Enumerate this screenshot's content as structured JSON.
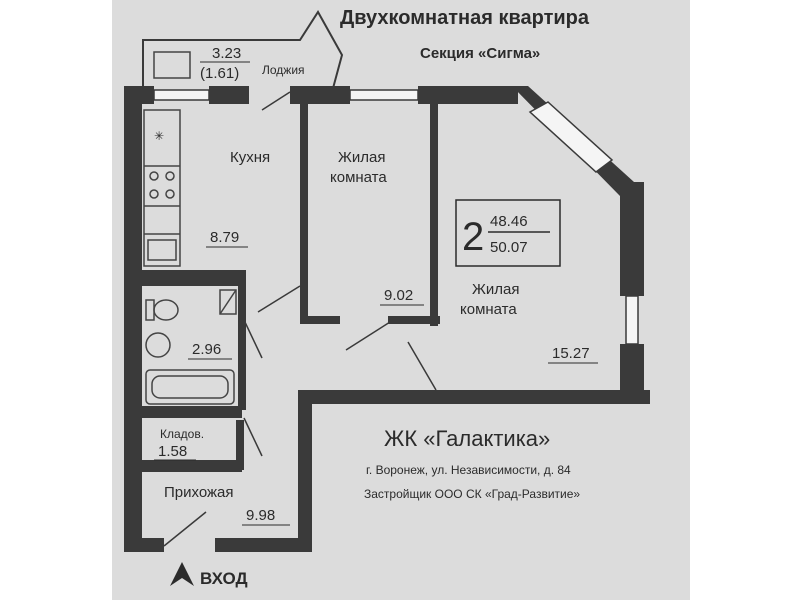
{
  "header": {
    "title": "Двухкомнатная квартира",
    "section": "Секция «Сигма»"
  },
  "rooms": {
    "loggia": {
      "label": "Лоджия",
      "area": "3.23",
      "area_reduced": "(1.61)"
    },
    "kitchen": {
      "label": "Кухня",
      "area": "8.79"
    },
    "living_small": {
      "label_line1": "Жилая",
      "label_line2": "комната",
      "area": "9.02"
    },
    "living_large": {
      "label_line1": "Жилая",
      "label_line2": "комната",
      "area": "15.27"
    },
    "bathroom": {
      "area": "2.96"
    },
    "storage": {
      "label": "Кладов.",
      "area": "1.58"
    },
    "hallway": {
      "label": "Прихожая",
      "area": "9.98"
    }
  },
  "summary": {
    "room_count": "2",
    "living_area": "48.46",
    "total_area": "50.07"
  },
  "complex": {
    "name": "ЖК «Галактика»",
    "address": "г. Воронеж, ул. Независимости, д. 84",
    "developer": "Застройщик ООО СК «Град-Развитие»"
  },
  "entrance": {
    "label": "ВХОД",
    "icon": "entrance-arrow-icon"
  },
  "colors": {
    "paper": "#dcdcdc",
    "wall": "#3a3a3a",
    "text": "#2b2b2b"
  }
}
